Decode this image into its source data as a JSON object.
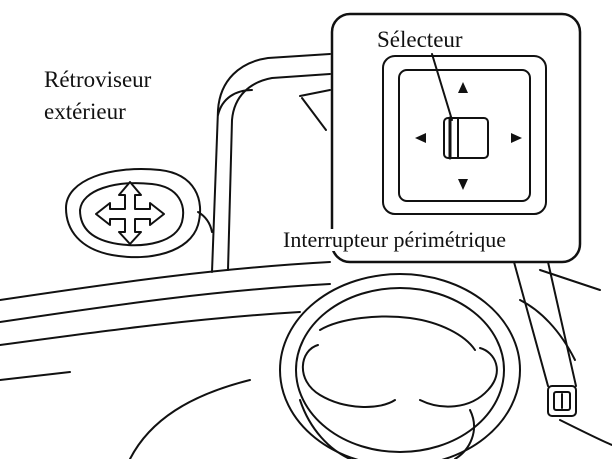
{
  "labels": {
    "mirror_line1": "Rétroviseur",
    "mirror_line2": "extérieur",
    "selector": "Sélecteur",
    "perimeter_switch": "Interrupteur périmétrique"
  },
  "icons": {
    "mirror_arrows": "four-way-arrows-icon",
    "switch_arrows": [
      "arrow-up-icon",
      "arrow-down-icon",
      "arrow-left-icon",
      "arrow-right-icon"
    ]
  },
  "colors": {
    "line": "#111111",
    "background": "#ffffff"
  }
}
